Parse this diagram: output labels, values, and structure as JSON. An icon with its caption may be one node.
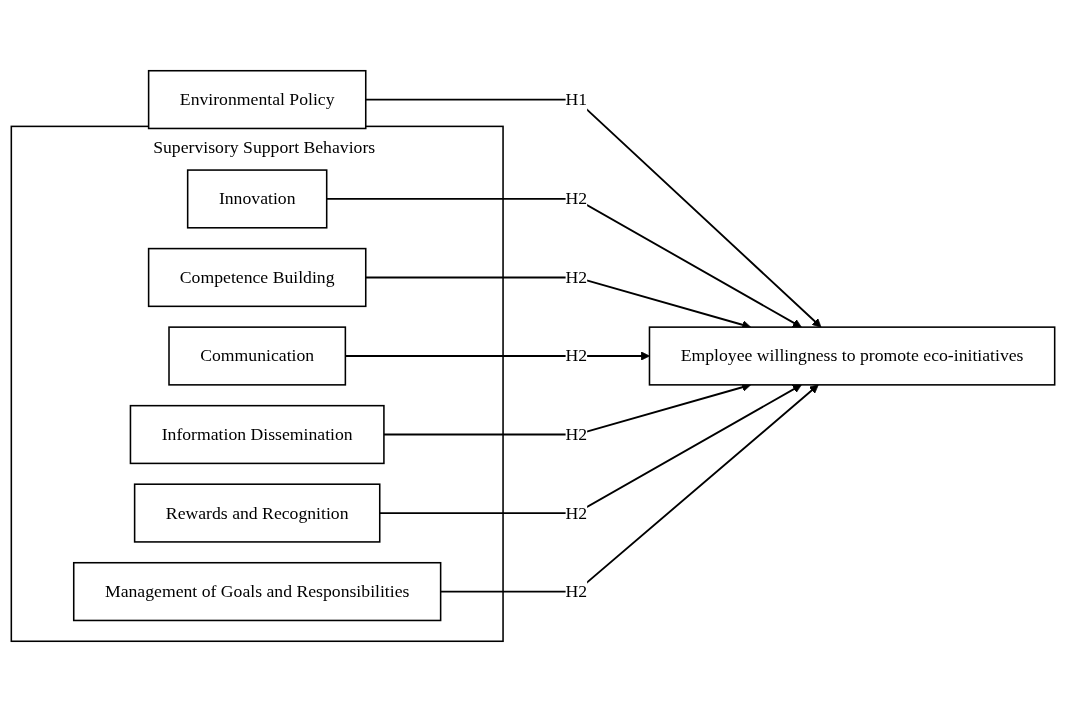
{
  "diagram": {
    "nodes": [
      {
        "text": [
          "Environmental Policy"
        ]
      },
      {
        "text": [
          "Supervisory Support Behaviors"
        ]
      },
      {
        "text": [
          "Innovation"
        ],
        "in": 1
      },
      {
        "text": [
          "Competence Building"
        ],
        "in": 1
      },
      {
        "text": [
          "Communication"
        ],
        "in": 1
      },
      {
        "text": [
          "Information Dissemination"
        ],
        "in": 1
      },
      {
        "text": [
          "Rewards and Recognition"
        ],
        "in": 1
      },
      {
        "text": [
          "Management of Goals and Responsibilities"
        ],
        "in": 1
      },
      {
        "text": [
          "Employee willingness to promote eco-initiatives"
        ]
      }
    ],
    "edges": [
      {
        "from": 0,
        "to": 8,
        "arrow": "to",
        "label": "H1"
      },
      {
        "from": 2,
        "to": 8,
        "arrow": "to",
        "label": "H2"
      },
      {
        "from": 3,
        "to": 8,
        "arrow": "to",
        "label": "H2"
      },
      {
        "from": 4,
        "to": 8,
        "arrow": "to",
        "label": "H2"
      },
      {
        "from": 5,
        "to": 8,
        "arrow": "to",
        "label": "H2"
      },
      {
        "from": 6,
        "to": 8,
        "arrow": "to",
        "label": "H2"
      },
      {
        "from": 7,
        "to": 8,
        "arrow": "to",
        "label": "H2"
      }
    ]
  }
}
